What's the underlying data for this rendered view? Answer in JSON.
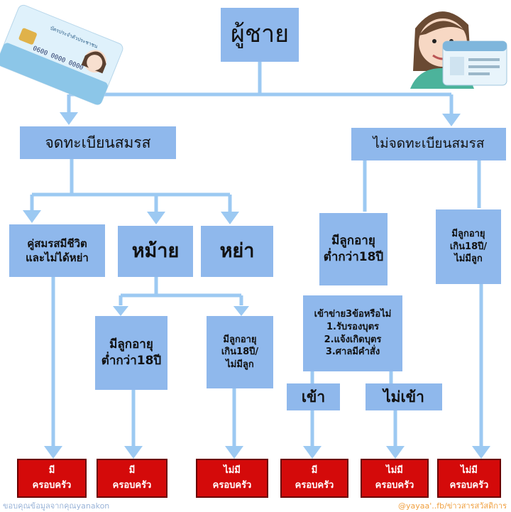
{
  "nodes": {
    "top": "ผู้ชาย",
    "registered": "จดทะเบียนสมรส",
    "not_registered": "ไม่จดทะเบียนสมรส",
    "spouse_alive": "คู่สมรสมีชีวิต\nและไม่ได้หย่า",
    "widowed": "หม้าย",
    "divorced": "หย่า",
    "child_under18_left": "มีลูกอายุ\nต่ำกว่า18ปี",
    "child_over18_mid": "มีลูกอายุ\nเกิน18ปี/\nไม่มีลูก",
    "child_under18_right": "มีลูกอายุ\nต่ำกว่า18ปี",
    "child_over18_right": "มีลูกอายุ\nเกิน18ปี/\nไม่มีลูก",
    "criteria": "เข้าข่าย3ข้อหรือไม่\n1.รับรองบุตร\n2.แจ้งเกิดบุตร\n3.ศาลมีคำสั่ง",
    "meets": "เข้า",
    "not_meets": "ไม่เข้า"
  },
  "results": [
    {
      "top": "มี",
      "bottom": "ครอบครัว"
    },
    {
      "top": "มี",
      "bottom": "ครอบครัว"
    },
    {
      "top": "ไม่มี",
      "bottom": "ครอบครัว"
    },
    {
      "top": "มี",
      "bottom": "ครอบครัว"
    },
    {
      "top": "ไม่มี",
      "bottom": "ครอบครัว"
    },
    {
      "top": "ไม่มี",
      "bottom": "ครอบครัว"
    }
  ],
  "credits": {
    "left": "ขอบคุณข้อมูลจากคุณyanakon",
    "right": "@yayaa'..fb/ข่าวสารสวัสดิการ"
  },
  "card": {
    "header": "บัตรประจำตัวประชาชน",
    "number": "0600 0000 0000"
  },
  "colors": {
    "box": "#8fb8ec",
    "arrow": "#9cc9f2",
    "result": "#d40a0a",
    "credit_left": "#9ab4d8",
    "credit_right": "#f0a040"
  }
}
